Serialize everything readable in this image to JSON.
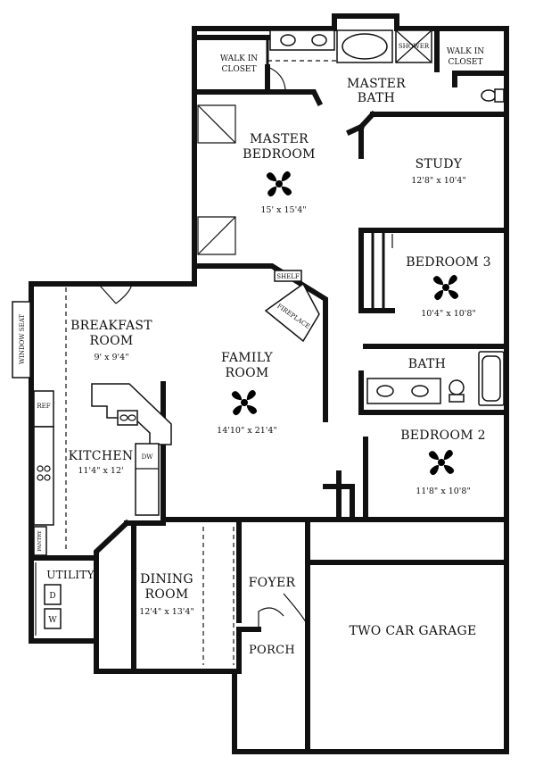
{
  "rooms": {
    "master_bath": {
      "name_line1": "MASTER",
      "name_line2": "BATH"
    },
    "master_bedroom": {
      "name_line1": "MASTER",
      "name_line2": "BEDROOM",
      "dim": "15' x 15'4\""
    },
    "study": {
      "name": "STUDY",
      "dim": "12'8\" x 10'4\""
    },
    "bedroom3": {
      "name": "BEDROOM 3",
      "dim": "10'4\" x 10'8\""
    },
    "breakfast": {
      "name_line1": "BREAKFAST",
      "name_line2": "ROOM",
      "dim": "9' x 9'4\""
    },
    "family": {
      "name_line1": "FAMILY",
      "name_line2": "ROOM",
      "dim": "14'10\" x 21'4\""
    },
    "bath": {
      "name": "BATH"
    },
    "kitchen": {
      "name": "KITCHEN",
      "dim": "11'4\" x 12'"
    },
    "bedroom2": {
      "name": "BEDROOM 2",
      "dim": "11'8\" x 10'8\""
    },
    "utility": {
      "name": "UTILITY"
    },
    "dining": {
      "name_line1": "DINING",
      "name_line2": "ROOM",
      "dim": "12'4\" x 13'4\""
    },
    "foyer": {
      "name": "FOYER"
    },
    "garage": {
      "name": "TWO CAR GARAGE"
    },
    "porch": {
      "name": "PORCH"
    }
  },
  "fixtures": {
    "walk_in_closet_left": {
      "line1": "WALK IN",
      "line2": "CLOSET"
    },
    "walk_in_closet_right": {
      "line1": "WALK IN",
      "line2": "CLOSET"
    },
    "shower": "SHOWER",
    "shelf": "SHELF",
    "fireplace": "FIREPLACE",
    "window_seat": "WINDOW SEAT",
    "ref": "REF",
    "dw": "DW",
    "pantry": "PANTRY",
    "dryer": "D",
    "washer": "W"
  }
}
